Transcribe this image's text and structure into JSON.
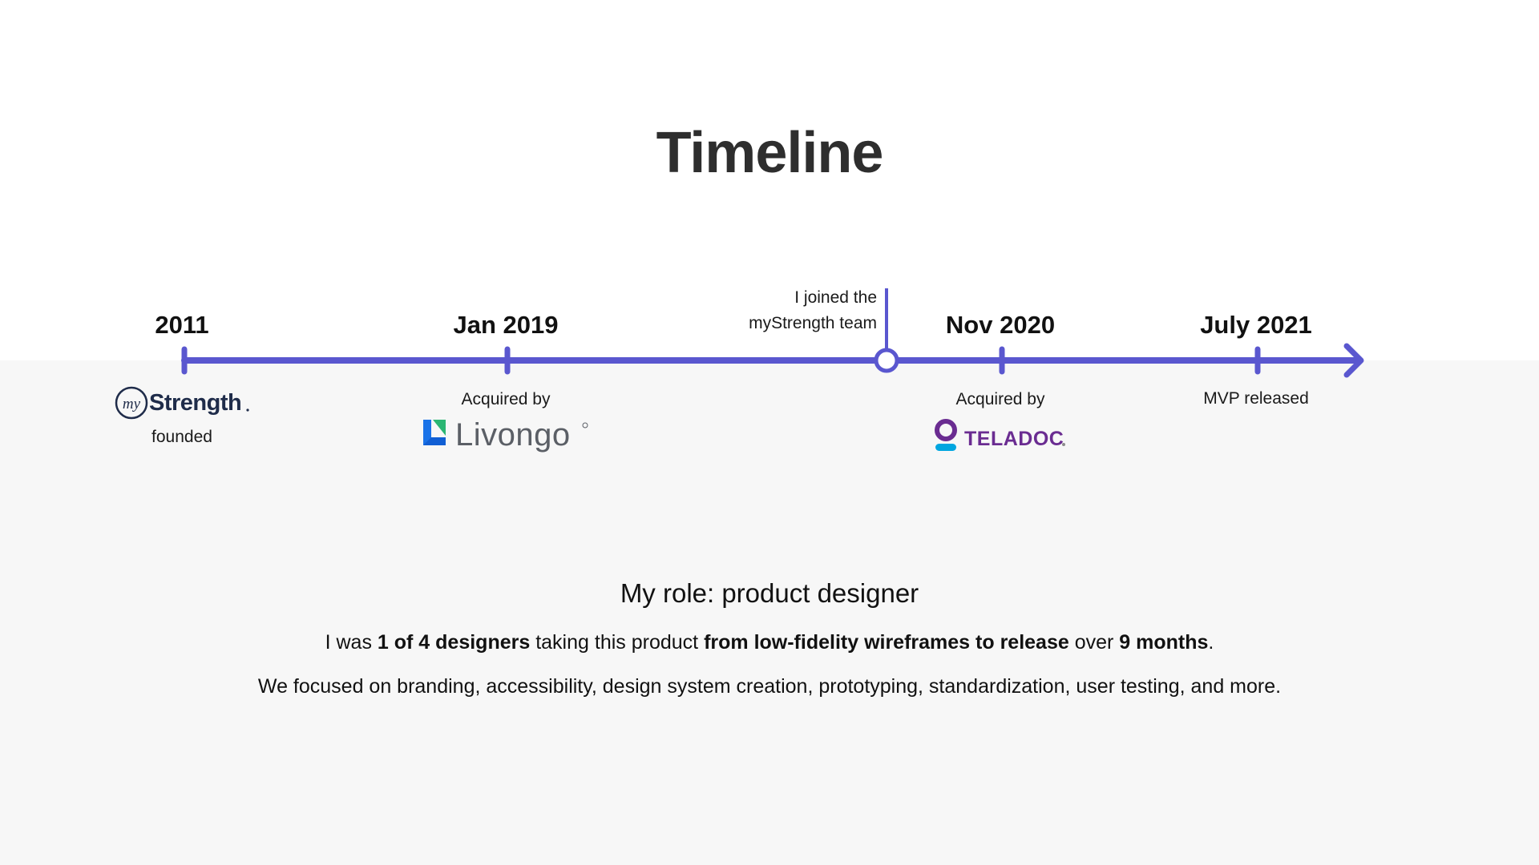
{
  "title": "Timeline",
  "accent_color": "#5a57cf",
  "timeline": {
    "events": [
      {
        "year": "2011",
        "caption": "founded",
        "logo": "myStrength"
      },
      {
        "year": "Jan 2019",
        "caption": "Acquired by",
        "logo": "Livongo"
      },
      {
        "marker": "I joined the myStrength team",
        "marker_line1": "I joined the",
        "marker_line2": "myStrength team"
      },
      {
        "year": "Nov 2020",
        "caption": "Acquired by",
        "logo": "TELADOC"
      },
      {
        "year": "July 2021",
        "caption": "MVP released"
      }
    ],
    "logos": {
      "mystrength_prefix": "my",
      "mystrength_word": "Strength",
      "livongo_word": "Livongo",
      "teladoc_word": "TELADOC"
    }
  },
  "role": {
    "heading": "My role: product designer",
    "line1": {
      "p1": "I was ",
      "b1": "1 of 4 designers",
      "p2": " taking this product ",
      "b2": "from low-fidelity wireframes to release",
      "p3": " over ",
      "b3": "9 months",
      "p4": "."
    },
    "line2": "We focused on branding, accessibility, design system creation, prototyping, standardization, user testing, and more."
  }
}
